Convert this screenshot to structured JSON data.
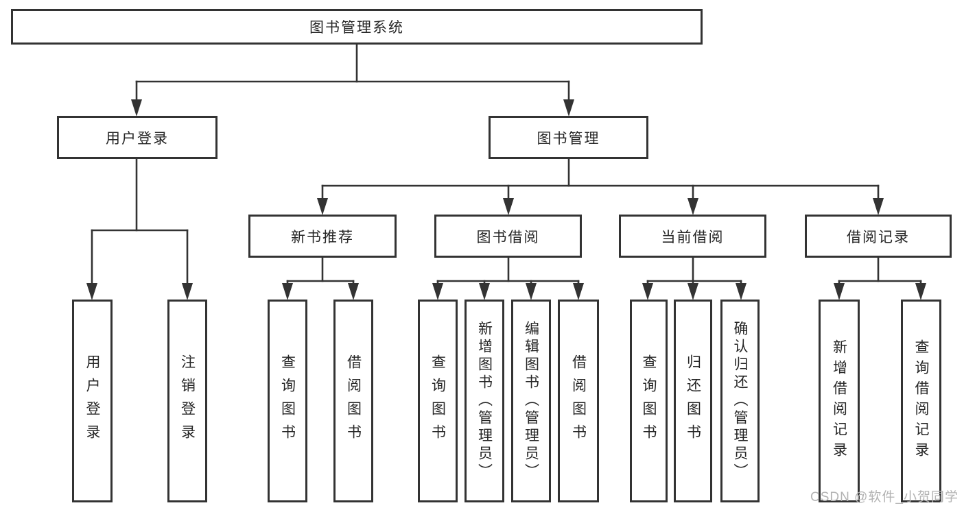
{
  "tree": {
    "root": {
      "label": "图书管理系统",
      "children": [
        {
          "label": "用户登录",
          "children": [
            {
              "label": "用户登录"
            },
            {
              "label": "注销登录"
            }
          ]
        },
        {
          "label": "图书管理",
          "children": [
            {
              "label": "新书推荐",
              "children": [
                {
                  "label": "查询图书"
                },
                {
                  "label": "借阅图书"
                }
              ]
            },
            {
              "label": "图书借阅",
              "children": [
                {
                  "label": "查询图书"
                },
                {
                  "label": "新增图书（管理员）"
                },
                {
                  "label": "编辑图书（管理员）"
                },
                {
                  "label": "借阅图书"
                }
              ]
            },
            {
              "label": "当前借阅",
              "children": [
                {
                  "label": "查询图书"
                },
                {
                  "label": "归还图书"
                },
                {
                  "label": "确认归还（管理员）"
                }
              ]
            },
            {
              "label": "借阅记录",
              "children": [
                {
                  "label": "新增借阅记录"
                },
                {
                  "label": "查询借阅记录"
                }
              ]
            }
          ]
        }
      ]
    }
  },
  "watermark": {
    "text": "CSDN @软件_小贺同学"
  },
  "colors": {
    "line": "#333333",
    "text": "#262626",
    "watermark": "#b3b3b3",
    "background": "#ffffff"
  }
}
